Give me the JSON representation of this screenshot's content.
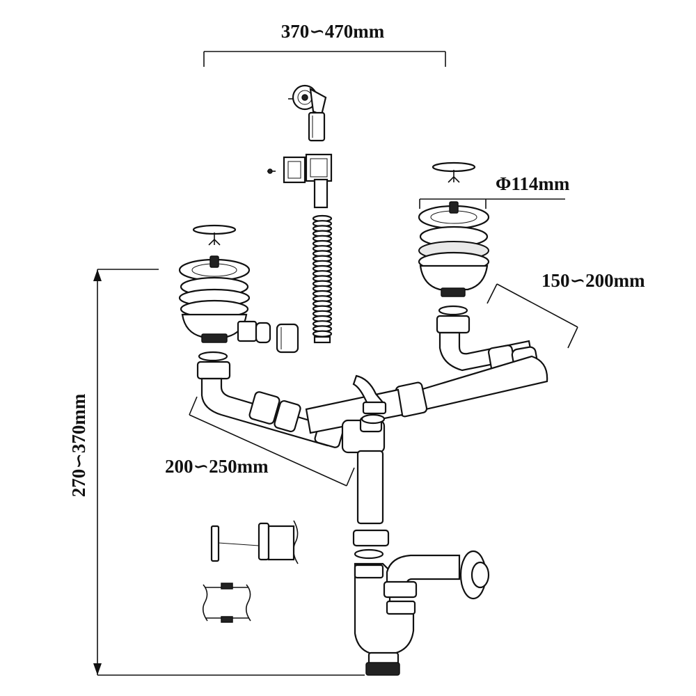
{
  "dimensions": {
    "top_width": "370∽470mm",
    "diameter": "Φ114mm",
    "right_offset": "150∽200mm",
    "left_offset": "200∽250mm",
    "height": "270∽370mm"
  }
}
